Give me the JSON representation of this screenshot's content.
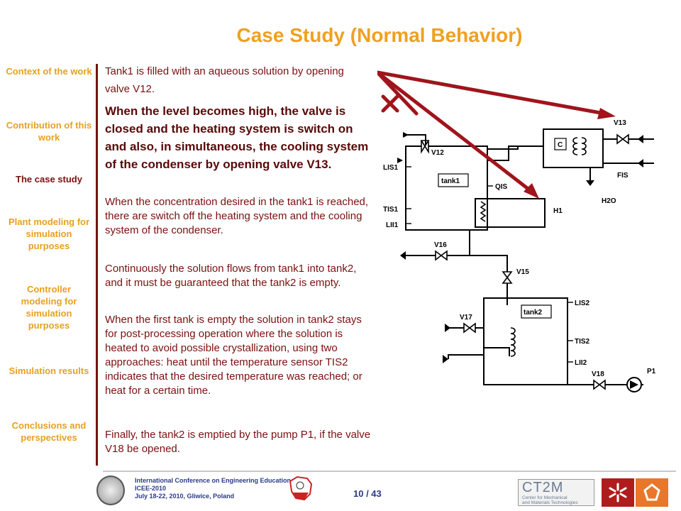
{
  "title": "Case Study (Normal Behavior)",
  "nav": [
    {
      "label": "Context of the work",
      "active": false
    },
    {
      "label": "Contribution of this work",
      "active": false
    },
    {
      "label": "The case study",
      "active": true
    },
    {
      "label": "Plant modeling for simulation purposes",
      "active": false
    },
    {
      "label": "Controller modeling for simulation purposes",
      "active": false
    },
    {
      "label": "Simulation results",
      "active": false
    },
    {
      "label": "Conclusions and perspectives",
      "active": false
    }
  ],
  "body": {
    "p1": "Tank1 is filled with an aqueous solution by opening valve V12.",
    "p2": "When the level becomes high, the valve is closed and the heating system is switch on and also, in simultaneous, the cooling system of the condenser by opening valve V13.",
    "p3": "When the concentration desired in the tank1 is reached, there are switch off the heating system and the cooling system of the condenser.",
    "p4": "Continuously the solution flows from tank1 into tank2, and it must be guaranteed that the tank2 is empty.",
    "p5": "When the first tank is empty the solution in tank2 stays for post-processing operation where the solution is heated to avoid possible crystallization, using two approaches: heat until the temperature sensor TIS2 indicates that the desired temperature was reached; or heat for a certain time.",
    "p6": "Finally, the tank2 is emptied by the pump P1, if the valve V18 be opened."
  },
  "diagram": {
    "labels": {
      "v12": "V12",
      "v13": "V13",
      "c": "C",
      "fis": "FIS",
      "h2o": "H2O",
      "lis1": "LIS1",
      "tank1": "tank1",
      "qis": "QIS",
      "tis1": "TIS1",
      "lii1": "LII1",
      "h1": "H1",
      "v16": "V16",
      "v15": "V15",
      "lis2": "LIS2",
      "tank2": "tank2",
      "v17": "V17",
      "tis2": "TIS2",
      "lii2": "LII2",
      "v18": "V18",
      "p1": "P1"
    },
    "arrow_color": "#a0141c"
  },
  "footer": {
    "conference_line1": "International Conference on Engineering Education",
    "conference_line2": "ICEE-2010",
    "conference_line3": "July 18-22, 2010, Gliwice, Poland",
    "page": "10 / 43",
    "logo_ct2m": "CT2M",
    "logo_ct2m_sub1": "Center for Mechanical",
    "logo_ct2m_sub2": "and Materials Technologies"
  }
}
